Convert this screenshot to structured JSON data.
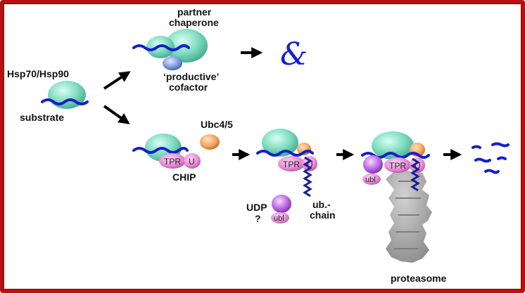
{
  "labels": {
    "hsp": "Hsp70/Hsp90",
    "substrate": "substrate",
    "partner_line1": "partner",
    "partner_line2": "chaperone",
    "productive_line1": "‘productive’",
    "productive_line2": "cofactor",
    "ubc": "Ubc4/5",
    "chip": "CHIP",
    "tpr": "TPR",
    "u": "U",
    "ub_line1": "ub.-",
    "ub_line2": "chain",
    "udp": "UDP",
    "question": "?",
    "ubl": "ubl",
    "proteasome": "proteasome",
    "ampersand": "&"
  },
  "colors": {
    "frame": "#b51212",
    "chaperone": "#7fdcc0",
    "substrate_chain": "#1420c8",
    "cofactor": "#6a86d0",
    "chip": "#e07ad0",
    "ubc": "#f2a45c",
    "ub_chain": "#1a2090",
    "udp": "#b05ad8",
    "proteasome": "#9a9a9a"
  }
}
